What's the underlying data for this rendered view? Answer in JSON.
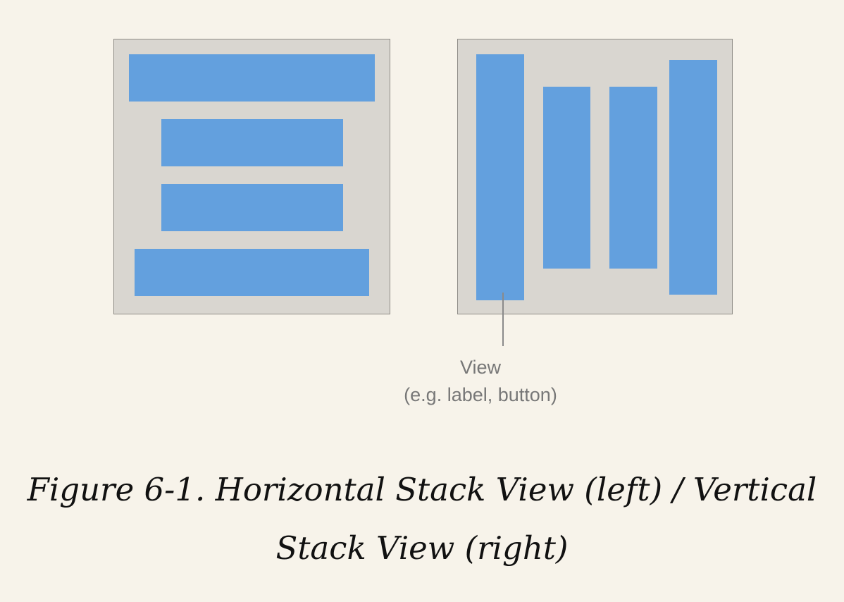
{
  "colors": {
    "background": "#f7f3ea",
    "panel": "#d9d6d0",
    "view": "#63a0de",
    "callout": "#777777",
    "caption": "#111111"
  },
  "callout": {
    "title": "View",
    "subtitle": "(e.g. label, button)"
  },
  "caption": {
    "line1": "Figure 6-1. Horizontal Stack View (left) / Vertical",
    "line2": "Stack View (right)"
  }
}
